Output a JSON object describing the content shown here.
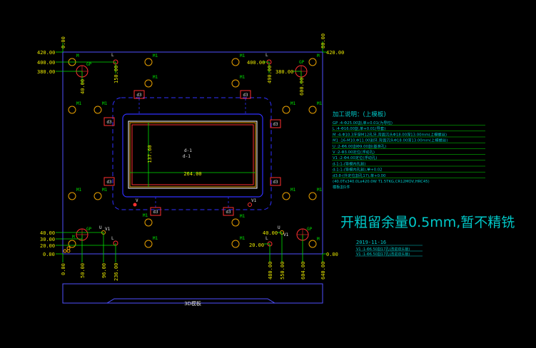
{
  "colors": {
    "background": "#000000",
    "plate": "#5050ff",
    "dimension": "#e8e800",
    "leader": "#00e000",
    "note": "#00c8c8",
    "hole": "#e8a000",
    "accent": "#ff3030",
    "outline": "#ffffff"
  },
  "icons": {
    "hole": "circle-hole-icon",
    "guide_pin": "circle-cross-icon",
    "marker": "square-label-icon"
  },
  "dims": {
    "top_left": [
      "420.00",
      "400.00",
      "380.00"
    ],
    "top_right": [
      "420.00",
      "400.00",
      "380.00"
    ],
    "bottom_left": [
      "40.00",
      "30.00",
      "20.00",
      "0.00"
    ],
    "bottom_mid": [
      "40.00",
      "20.00"
    ],
    "bottom_right": "0.00",
    "top_axis": [
      "0.00",
      "80.00"
    ],
    "vertical_top": [
      "40.00",
      "150.00",
      "490.00",
      "600.00"
    ],
    "vertical_bottom": [
      "0.00",
      "50.00",
      "96.00",
      "236.00",
      "480.00",
      "550.00",
      "604.00",
      "640.00"
    ],
    "cavity_width": "264.00",
    "cavity_height": "137.60"
  },
  "hole_labels": {
    "m": "M",
    "m1": "M1",
    "l": "L",
    "gp": "GP",
    "u": "U",
    "v": "V",
    "v1": "V1",
    "d3": "d3",
    "d1": "d-1",
    "d1b": "d-1"
  },
  "notes": {
    "title": "加工说明：(上模板)",
    "lines": [
      "GP :4-Φ25.00割,单+0.01(为导柱)",
      "L  :4-Φ16.00割,单+0.01(导套)",
      "M  :4-Φ10.3牙穿M12孔牙,背面沉头Φ18.00深13.00mm(上模螺丝)",
      "M1 :16-M10,Φ11.00割牙,背面沉头Φ18.00深13.00mm(上模螺丝)",
      "U  :2-Φ6.00割Φ9.00割(基准孔)",
      "V  :2-Φ3.00定位(浮动孔)",
      "V1 :2-Φ4.00定位(浮动孔)",
      "d-1:1-(导模内孔割)",
      "d-1:1-(导模内孔割),单+0.02",
      "d3:8-(外定位割孔17),单+0.00",
      "(40.0Tx340.0Lx420.0W T1.5TKG,CR12MOV,HRC45)",
      "模板割1件"
    ],
    "date": "2019-11-16",
    "revisions": [
      "V1 :1-Φ6.50割17孔(改进双头锁)",
      "V1 :1-Φ6.50割17孔(改进双头锁)"
    ]
  },
  "warning": "开粗留余量0.5mm,暂不精铣",
  "side_view_label": "3D模板"
}
